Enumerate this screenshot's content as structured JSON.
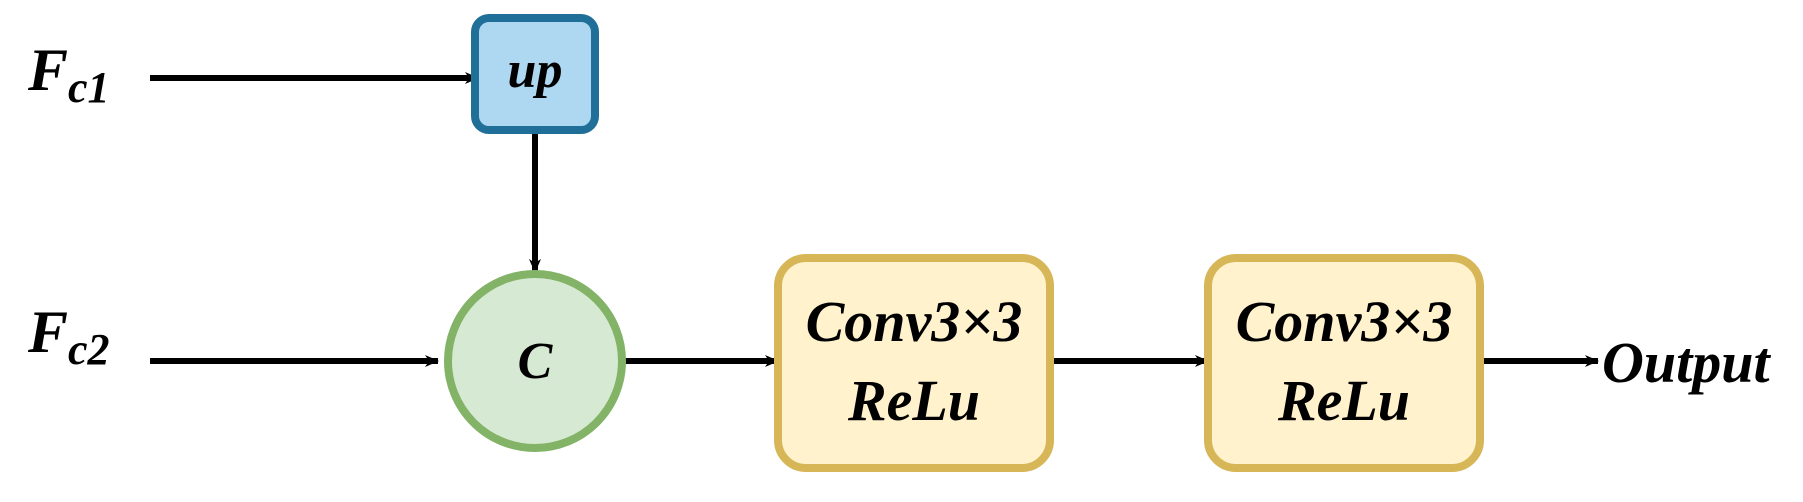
{
  "inputs": {
    "fc1": {
      "main": "F",
      "sub": "c1"
    },
    "fc2": {
      "main": "F",
      "sub": "c2"
    }
  },
  "nodes": {
    "up": {
      "label": "up"
    },
    "concat": {
      "label": "C"
    },
    "conv1": {
      "line1": "Conv3×3",
      "line2": "ReLu"
    },
    "conv2": {
      "line1": "Conv3×3",
      "line2": "ReLu"
    }
  },
  "output": {
    "label": "Output"
  },
  "colors": {
    "up_fill": "#aed8f2",
    "up_stroke": "#1f6f99",
    "concat_fill": "#d6e9d2",
    "concat_stroke": "#82b366",
    "conv_fill": "#fff2cc",
    "conv_stroke": "#d6b656",
    "arrow": "#000000"
  }
}
